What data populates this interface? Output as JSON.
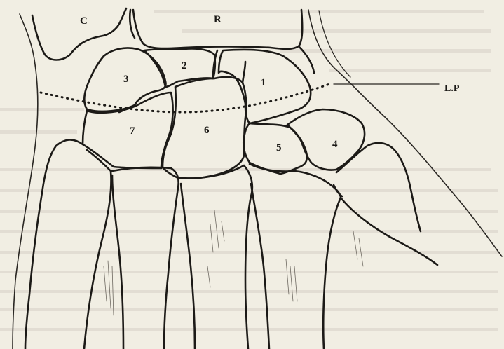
{
  "labels": {
    "top": {
      "c": "C",
      "r": "R",
      "lp": "L.P"
    },
    "bones": {
      "b1": "1",
      "b2": "2",
      "b3": "3",
      "b4": "4",
      "b5": "5",
      "b6": "6",
      "b7": "7"
    }
  },
  "colors": {
    "paper": "#f1eee3",
    "ink": "#1c1a17",
    "faded_text": "#b9b5aa"
  }
}
